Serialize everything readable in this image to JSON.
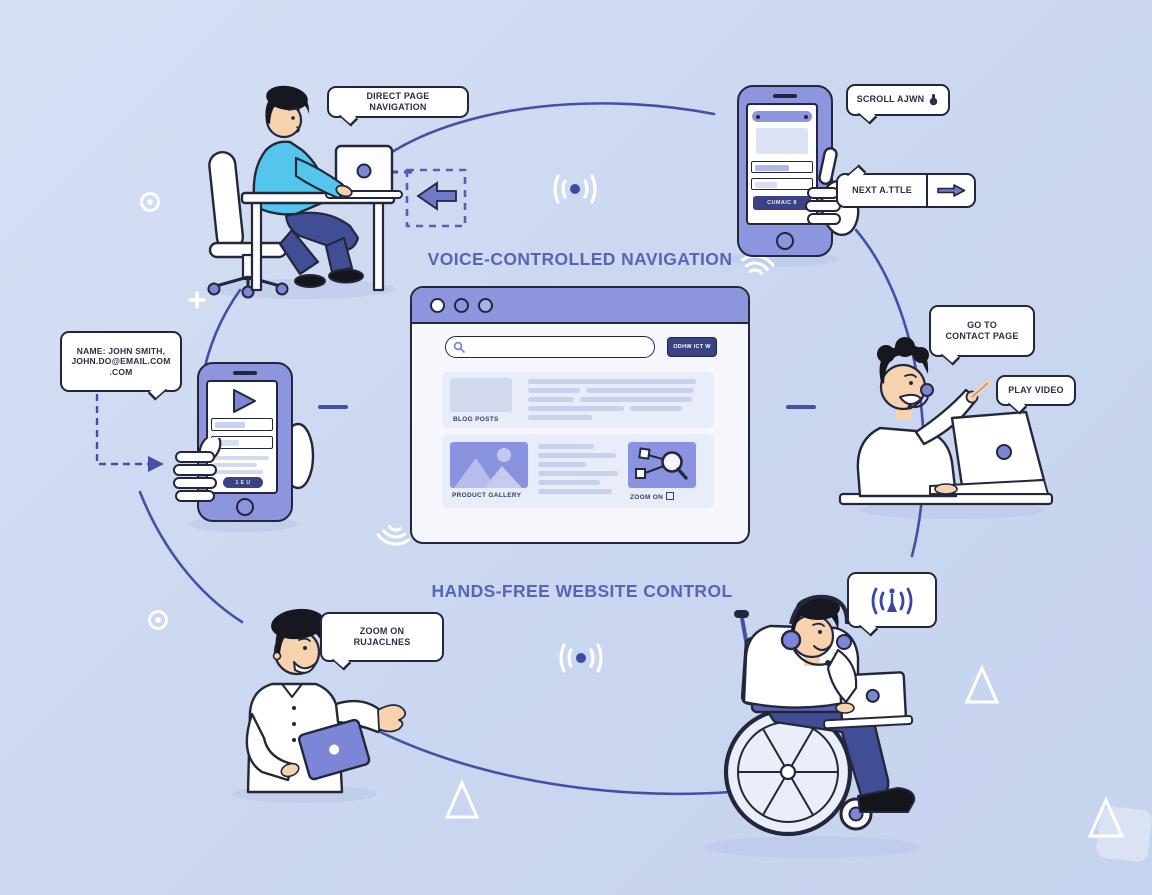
{
  "scene": {
    "background_color": "#ccd8f0",
    "outline_color": "#23273c",
    "device_purple": "#8c95de",
    "button_navy": "#3a4284",
    "title_color": "#5b64b4",
    "arc_color": "#4550a5",
    "shirt_cyan": "#54c6ee"
  },
  "headings": {
    "top": "VOICE-CONTROLLED NAVIGATION",
    "bottom": "HANDS-FREE WEBSITE CONTROL"
  },
  "bubbles": {
    "direct_page": {
      "text": "DIRECT PAGE NAVIGATION"
    },
    "scroll": {
      "text": "SCROLL AJWN"
    },
    "next_article": {
      "text": "NEXT A.TTLE"
    },
    "name": {
      "line1": "NAME: JOHN SMITH,",
      "line2": "JOHN.DO@EMAIL.COM",
      "line3": ".COM"
    },
    "go_to_contact": {
      "line1": "GO TO",
      "line2": "CONTACT PAGE"
    },
    "play_video": {
      "text": "PLAY VIDEO"
    },
    "zoom_on": {
      "line1": "ZOOM ON",
      "line2": "RUJACLNES"
    }
  },
  "browser": {
    "cta_button": "ODHW ICT W",
    "blog_label": "BLOG POSTS",
    "gallery_label": "PRODUCT GALLERY",
    "zoom_label": "ZOOM ON"
  },
  "phones": {
    "top_right_button": "CUMAIC 8",
    "left_button": "1 E U"
  },
  "icons": {
    "browser_search": "magnifier",
    "next_arrow": "right-arrow",
    "back_arrow": "left-arrow",
    "scroll_hand": "hand",
    "voice_signal": "broadcast-antenna",
    "sound_wave": "((•))",
    "play": "triangle-right",
    "zoom_feature": "magnifier-with-nodes",
    "gallery_image": "mountains-photo"
  }
}
